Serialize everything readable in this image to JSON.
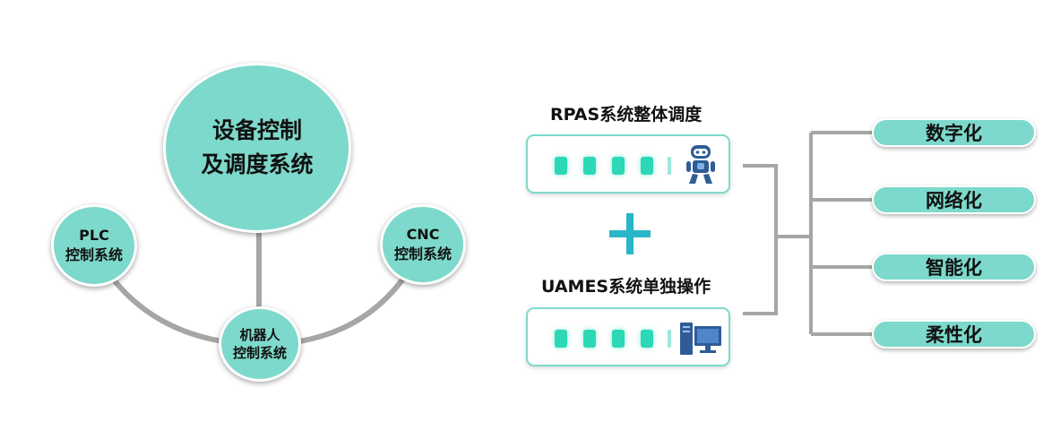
{
  "colors": {
    "node_fill": "#7dd9cb",
    "led": "#2cd8b6",
    "connector": "#a6a6a6",
    "plus": "#29b6c8",
    "icon_blue": "#2f5c96"
  },
  "center": {
    "main": {
      "line1": "设备控制",
      "line2": "及调度系统"
    },
    "plc": {
      "line1": "PLC",
      "line2": "控制系统"
    },
    "cnc": {
      "line1": "CNC",
      "line2": "控制系统"
    },
    "robot": {
      "line1": "机器人",
      "line2": "控制系统"
    }
  },
  "systems": {
    "rpas": {
      "title": "RPAS系统整体调度",
      "icon": "robot-icon"
    },
    "uames": {
      "title": "UAMES系统单独操作",
      "icon": "computer-icon"
    }
  },
  "features": [
    "数字化",
    "网络化",
    "智能化",
    "柔性化"
  ]
}
